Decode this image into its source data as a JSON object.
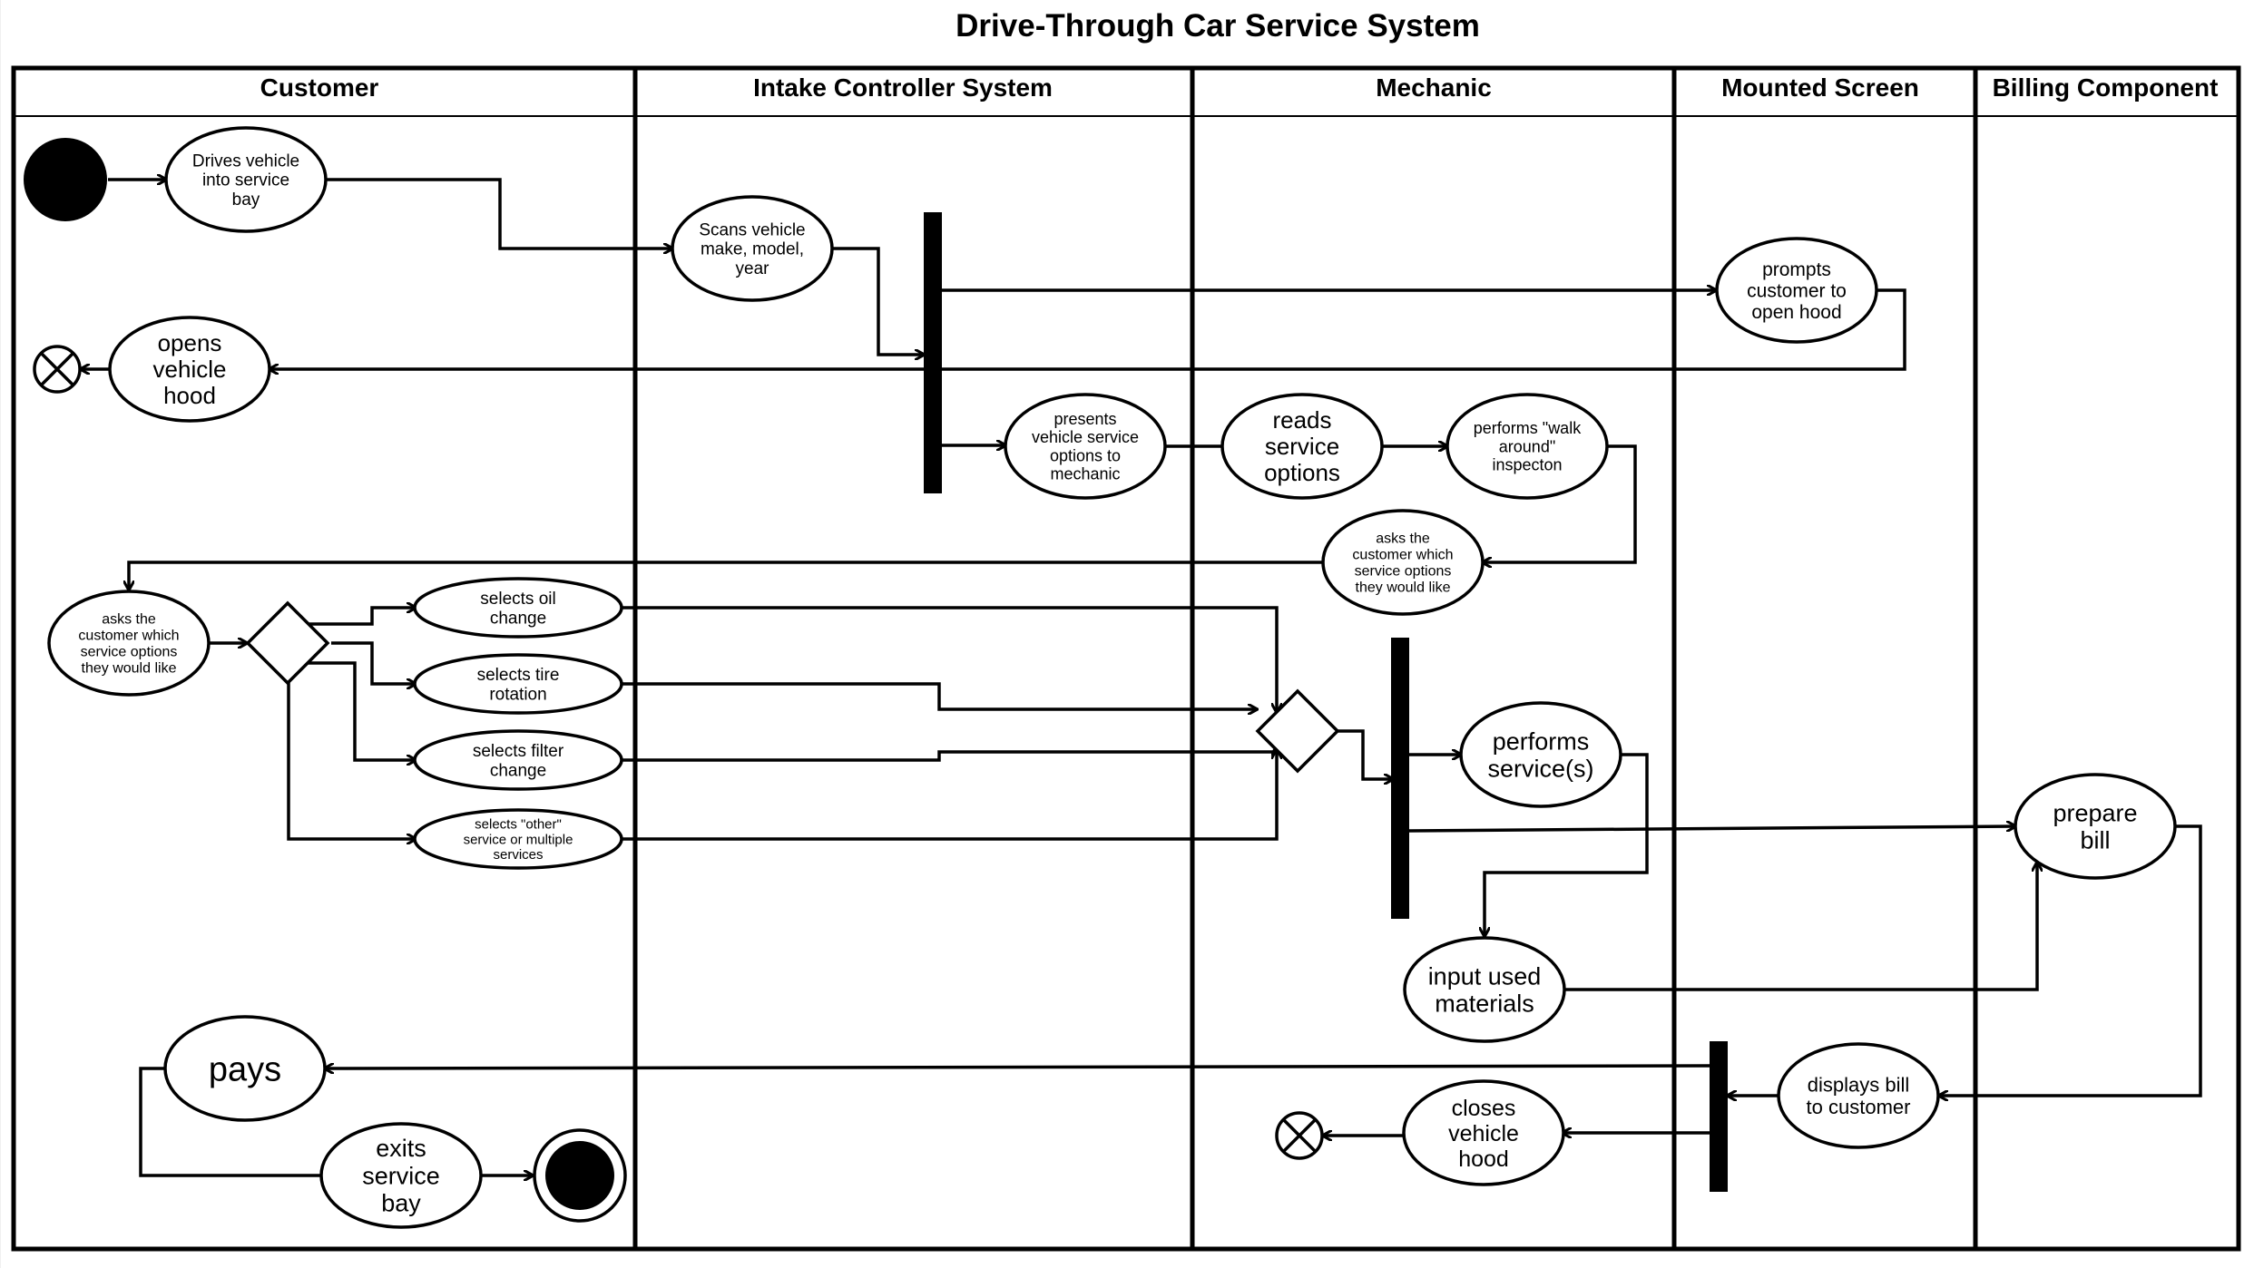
{
  "title": "Drive-Through Car Service System",
  "lanes": [
    {
      "id": "customer",
      "label": "Customer"
    },
    {
      "id": "intake",
      "label": "Intake Controller System"
    },
    {
      "id": "mechanic",
      "label": "Mechanic"
    },
    {
      "id": "screen",
      "label": "Mounted Screen"
    },
    {
      "id": "billing",
      "label": "Billing Component"
    }
  ],
  "activities": {
    "drives_in": "Drives vehicle into service bay",
    "scans_vehicle": "Scans vehicle make, model, year",
    "prompts_open_hood": "prompts customer to open hood",
    "opens_hood": "opens vehicle hood",
    "presents_options": "presents vehicle service options to mechanic",
    "reads_options": "reads service options",
    "walk_around": "performs \"walk around\" inspecton",
    "mechanic_asks": "asks the customer which service options they would like",
    "customer_asks": "asks the customer which service options they would like",
    "oil_change": "selects oil change",
    "tire_rotation": "selects tire rotation",
    "filter_change": "selects filter change",
    "other_service": "selects \"other\" service or multiple services",
    "performs_service": "performs service(s)",
    "prepare_bill": "prepare bill",
    "input_materials": "input used materials",
    "displays_bill": "displays bill to customer",
    "pays": "pays",
    "closes_hood": "closes vehicle hood",
    "exits_bay": "exits service bay"
  }
}
